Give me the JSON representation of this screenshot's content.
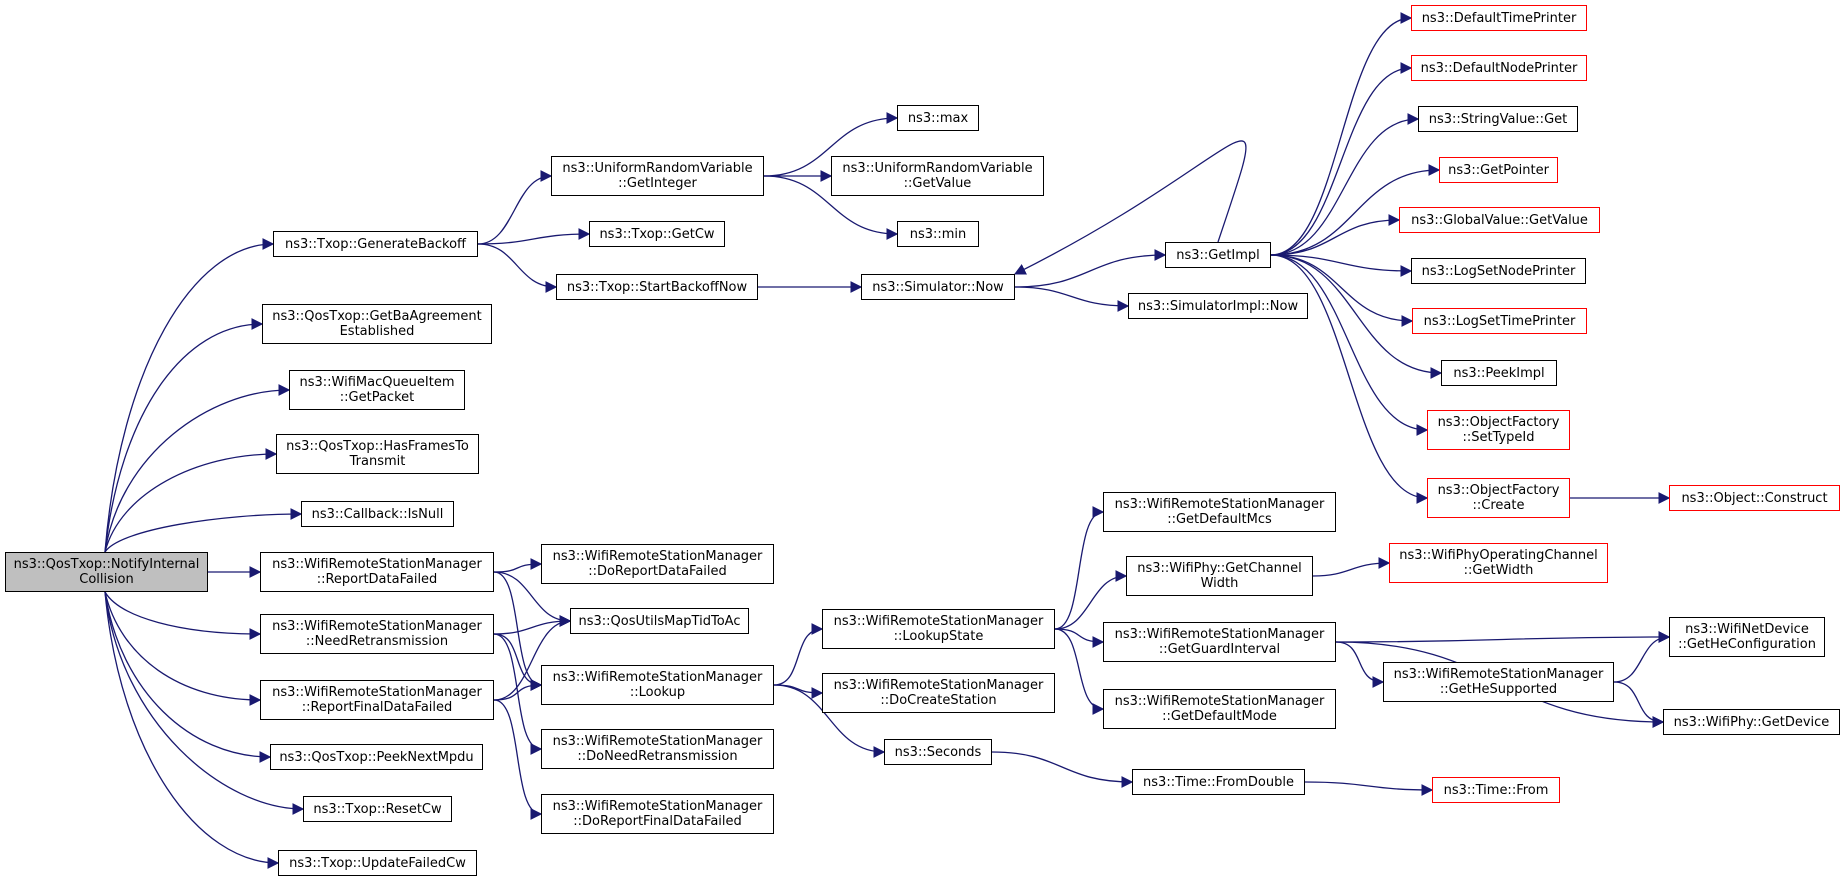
{
  "diagram": {
    "nodes": [
      {
        "id": "root",
        "lines": [
          "ns3::QosTxop::NotifyInternal",
          "Collision"
        ],
        "variant": "root"
      },
      {
        "id": "gen_backoff",
        "lines": [
          "ns3::Txop::GenerateBackoff"
        ]
      },
      {
        "id": "get_ba",
        "lines": [
          "ns3::QosTxop::GetBaAgreement",
          "Established"
        ]
      },
      {
        "id": "get_packet",
        "lines": [
          "ns3::WifiMacQueueItem",
          "::GetPacket"
        ]
      },
      {
        "id": "has_frames",
        "lines": [
          "ns3::QosTxop::HasFramesTo",
          "Transmit"
        ]
      },
      {
        "id": "is_null",
        "lines": [
          "ns3::Callback::IsNull"
        ]
      },
      {
        "id": "report_data_failed",
        "lines": [
          "ns3::WifiRemoteStationManager",
          "::ReportDataFailed"
        ]
      },
      {
        "id": "need_retx",
        "lines": [
          "ns3::WifiRemoteStationManager",
          "::NeedRetransmission"
        ]
      },
      {
        "id": "report_final",
        "lines": [
          "ns3::WifiRemoteStationManager",
          "::ReportFinalDataFailed"
        ]
      },
      {
        "id": "peek_next",
        "lines": [
          "ns3::QosTxop::PeekNextMpdu"
        ]
      },
      {
        "id": "reset_cw",
        "lines": [
          "ns3::Txop::ResetCw"
        ]
      },
      {
        "id": "update_failed",
        "lines": [
          "ns3::Txop::UpdateFailedCw"
        ]
      },
      {
        "id": "urv_getint",
        "lines": [
          "ns3::UniformRandomVariable",
          "::GetInteger"
        ]
      },
      {
        "id": "get_cw",
        "lines": [
          "ns3::Txop::GetCw"
        ]
      },
      {
        "id": "start_backoff",
        "lines": [
          "ns3::Txop::StartBackoffNow"
        ]
      },
      {
        "id": "max",
        "lines": [
          "ns3::max"
        ]
      },
      {
        "id": "urv_getvalue",
        "lines": [
          "ns3::UniformRandomVariable",
          "::GetValue"
        ]
      },
      {
        "id": "min",
        "lines": [
          "ns3::min"
        ]
      },
      {
        "id": "sim_now",
        "lines": [
          "ns3::Simulator::Now"
        ]
      },
      {
        "id": "get_impl",
        "lines": [
          "ns3::GetImpl"
        ]
      },
      {
        "id": "simimpl_now",
        "lines": [
          "ns3::SimulatorImpl::Now"
        ]
      },
      {
        "id": "def_time_printer",
        "lines": [
          "ns3::DefaultTimePrinter"
        ],
        "variant": "red"
      },
      {
        "id": "def_node_printer",
        "lines": [
          "ns3::DefaultNodePrinter"
        ],
        "variant": "red"
      },
      {
        "id": "string_get",
        "lines": [
          "ns3::StringValue::Get"
        ]
      },
      {
        "id": "get_pointer",
        "lines": [
          "ns3::GetPointer"
        ],
        "variant": "red"
      },
      {
        "id": "global_get",
        "lines": [
          "ns3::GlobalValue::GetValue"
        ],
        "variant": "red"
      },
      {
        "id": "log_node",
        "lines": [
          "ns3::LogSetNodePrinter"
        ]
      },
      {
        "id": "log_time",
        "lines": [
          "ns3::LogSetTimePrinter"
        ],
        "variant": "red"
      },
      {
        "id": "peek_impl",
        "lines": [
          "ns3::PeekImpl"
        ]
      },
      {
        "id": "of_settype",
        "lines": [
          "ns3::ObjectFactory",
          "::SetTypeId"
        ],
        "variant": "red"
      },
      {
        "id": "of_create",
        "lines": [
          "ns3::ObjectFactory",
          "::Create"
        ],
        "variant": "red"
      },
      {
        "id": "obj_construct",
        "lines": [
          "ns3::Object::Construct"
        ],
        "variant": "red"
      },
      {
        "id": "do_report_data",
        "lines": [
          "ns3::WifiRemoteStationManager",
          "::DoReportDataFailed"
        ]
      },
      {
        "id": "qos_map",
        "lines": [
          "ns3::QosUtilsMapTidToAc"
        ]
      },
      {
        "id": "lookup",
        "lines": [
          "ns3::WifiRemoteStationManager",
          "::Lookup"
        ]
      },
      {
        "id": "do_need_retx",
        "lines": [
          "ns3::WifiRemoteStationManager",
          "::DoNeedRetransmission"
        ]
      },
      {
        "id": "do_report_final",
        "lines": [
          "ns3::WifiRemoteStationManager",
          "::DoReportFinalDataFailed"
        ]
      },
      {
        "id": "lookup_state",
        "lines": [
          "ns3::WifiRemoteStationManager",
          "::LookupState"
        ]
      },
      {
        "id": "do_create",
        "lines": [
          "ns3::WifiRemoteStationManager",
          "::DoCreateStation"
        ]
      },
      {
        "id": "seconds",
        "lines": [
          "ns3::Seconds"
        ]
      },
      {
        "id": "get_def_mcs",
        "lines": [
          "ns3::WifiRemoteStationManager",
          "::GetDefaultMcs"
        ]
      },
      {
        "id": "chan_width",
        "lines": [
          "ns3::WifiPhy::GetChannel",
          "Width"
        ]
      },
      {
        "id": "guard_interval",
        "lines": [
          "ns3::WifiRemoteStationManager",
          "::GetGuardInterval"
        ]
      },
      {
        "id": "def_mode",
        "lines": [
          "ns3::WifiRemoteStationManager",
          "::GetDefaultMode"
        ]
      },
      {
        "id": "op_chan_width",
        "lines": [
          "ns3::WifiPhyOperatingChannel",
          "::GetWidth"
        ],
        "variant": "red"
      },
      {
        "id": "he_config",
        "lines": [
          "ns3::WifiNetDevice",
          "::GetHeConfiguration"
        ]
      },
      {
        "id": "he_supported",
        "lines": [
          "ns3::WifiRemoteStationManager",
          "::GetHeSupported"
        ]
      },
      {
        "id": "phy_device",
        "lines": [
          "ns3::WifiPhy::GetDevice"
        ]
      },
      {
        "id": "from_double",
        "lines": [
          "ns3::Time::FromDouble"
        ]
      },
      {
        "id": "time_from",
        "lines": [
          "ns3::Time::From"
        ],
        "variant": "red"
      }
    ],
    "edges": [
      [
        "root",
        "gen_backoff"
      ],
      [
        "root",
        "get_ba"
      ],
      [
        "root",
        "get_packet"
      ],
      [
        "root",
        "has_frames"
      ],
      [
        "root",
        "is_null"
      ],
      [
        "root",
        "report_data_failed"
      ],
      [
        "root",
        "need_retx"
      ],
      [
        "root",
        "report_final"
      ],
      [
        "root",
        "peek_next"
      ],
      [
        "root",
        "reset_cw"
      ],
      [
        "root",
        "update_failed"
      ],
      [
        "gen_backoff",
        "urv_getint"
      ],
      [
        "gen_backoff",
        "get_cw"
      ],
      [
        "gen_backoff",
        "start_backoff"
      ],
      [
        "urv_getint",
        "max"
      ],
      [
        "urv_getint",
        "urv_getvalue"
      ],
      [
        "urv_getint",
        "min"
      ],
      [
        "start_backoff",
        "sim_now"
      ],
      [
        "sim_now",
        "get_impl"
      ],
      [
        "sim_now",
        "simimpl_now"
      ],
      [
        "get_impl",
        "def_time_printer"
      ],
      [
        "get_impl",
        "def_node_printer"
      ],
      [
        "get_impl",
        "string_get"
      ],
      [
        "get_impl",
        "get_pointer"
      ],
      [
        "get_impl",
        "global_get"
      ],
      [
        "get_impl",
        "log_node"
      ],
      [
        "get_impl",
        "log_time"
      ],
      [
        "get_impl",
        "peek_impl"
      ],
      [
        "get_impl",
        "of_settype"
      ],
      [
        "get_impl",
        "of_create"
      ],
      [
        "get_impl",
        "sim_now"
      ],
      [
        "of_create",
        "obj_construct"
      ],
      [
        "report_data_failed",
        "do_report_data"
      ],
      [
        "report_data_failed",
        "qos_map"
      ],
      [
        "report_data_failed",
        "lookup"
      ],
      [
        "need_retx",
        "qos_map"
      ],
      [
        "need_retx",
        "lookup"
      ],
      [
        "need_retx",
        "do_need_retx"
      ],
      [
        "report_final",
        "qos_map"
      ],
      [
        "report_final",
        "lookup"
      ],
      [
        "report_final",
        "do_report_final"
      ],
      [
        "lookup",
        "lookup_state"
      ],
      [
        "lookup",
        "do_create"
      ],
      [
        "lookup",
        "seconds"
      ],
      [
        "lookup_state",
        "get_def_mcs"
      ],
      [
        "lookup_state",
        "chan_width"
      ],
      [
        "lookup_state",
        "guard_interval"
      ],
      [
        "lookup_state",
        "def_mode"
      ],
      [
        "chan_width",
        "op_chan_width"
      ],
      [
        "guard_interval",
        "he_config"
      ],
      [
        "guard_interval",
        "he_supported"
      ],
      [
        "guard_interval",
        "phy_device"
      ],
      [
        "he_supported",
        "he_config"
      ],
      [
        "he_supported",
        "phy_device"
      ],
      [
        "seconds",
        "from_double"
      ],
      [
        "from_double",
        "time_from"
      ]
    ]
  }
}
